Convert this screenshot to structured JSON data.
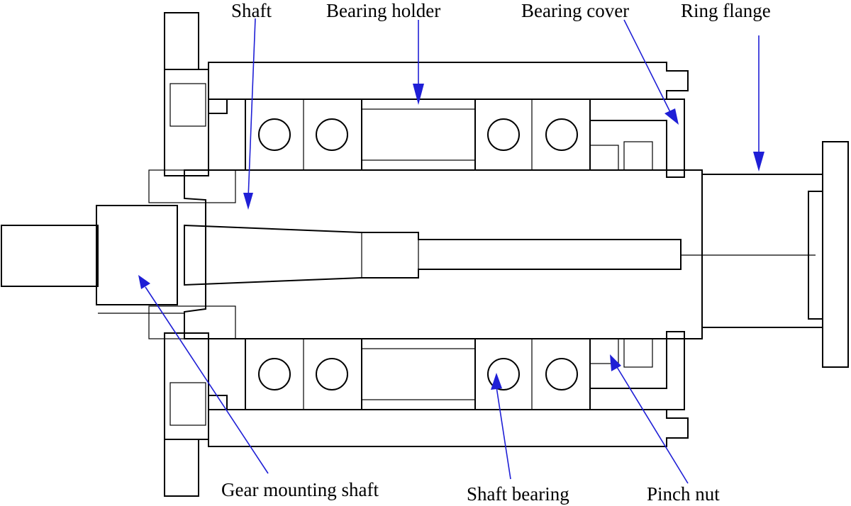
{
  "labels": {
    "shaft": "Shaft",
    "bearing_holder": "Bearing holder",
    "bearing_cover": "Bearing  cover",
    "ring_flange": "Ring flange",
    "gear_mounting_shaft": "Gear mounting shaft",
    "shaft_bearing": "Shaft bearing",
    "pinch_nut": "Pinch nut"
  },
  "colors": {
    "arrow": "#1f1fd6",
    "line": "#000000"
  }
}
